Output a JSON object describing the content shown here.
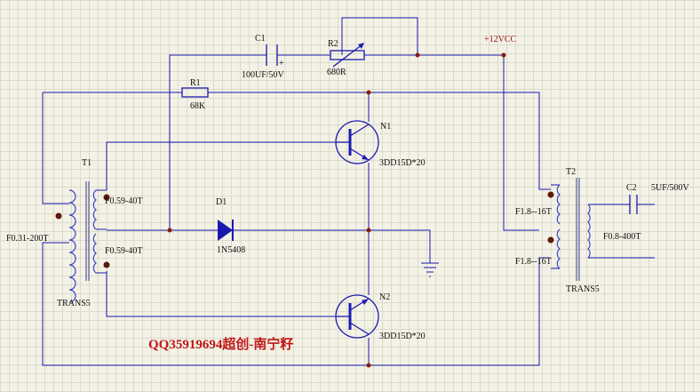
{
  "colors": {
    "background": "#f4f2e6",
    "grid": "#dcdacb",
    "wire": "#1a1ab0",
    "junction": "#8b1a0a",
    "label": "#101010",
    "net_label": "#9a1010",
    "watermark": "#c01818"
  },
  "components": {
    "c1": {
      "ref": "C1",
      "value": "100UF/50V",
      "plus": "+"
    },
    "r2": {
      "ref": "R2",
      "value": "680R"
    },
    "r1": {
      "ref": "R1",
      "value": "68K"
    },
    "n1": {
      "ref": "N1",
      "value": "3DD15D*20"
    },
    "n2": {
      "ref": "N2",
      "value": "3DD15D*20"
    },
    "d1": {
      "ref": "D1",
      "value": "1N5408"
    },
    "t1": {
      "ref": "T1",
      "type": "TRANS5",
      "primary": "F0.31-200T",
      "secondary_top": "F0.59-40T",
      "secondary_bottom": "F0.59-40T"
    },
    "t2": {
      "ref": "T2",
      "type": "TRANS5",
      "primary_top": "F1.8--16T",
      "primary_bottom": "F1.8--16T",
      "secondary": "F0.8-400T"
    },
    "c2": {
      "ref": "C2",
      "value": "5UF/500V"
    }
  },
  "nets": {
    "supply": "+12VCC"
  },
  "watermark": "QQ35919694超创-南宁籽"
}
